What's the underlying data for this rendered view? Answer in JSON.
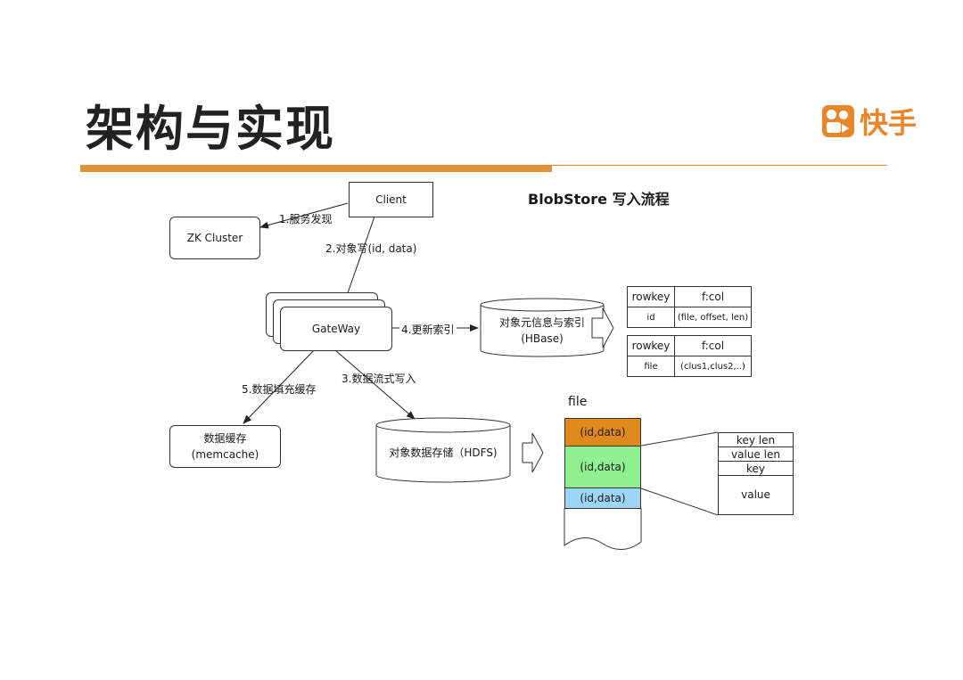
{
  "header": {
    "title": "架构与实现",
    "logo_text": "快手",
    "accent_color": "#e09236",
    "logo_color": "#e8862a"
  },
  "diagram": {
    "title": "BlobStore 写入流程",
    "nodes": {
      "client": "Client",
      "zk": "ZK Cluster",
      "gateway": "GateWay",
      "hbase_line1": "对象元信息与索引",
      "hbase_line2": "(HBase)",
      "hdfs": "对象数据存储（HDFS)",
      "cache_line1": "数据缓存",
      "cache_line2": "(memcache)"
    },
    "edges": {
      "discover": "1.服务发现",
      "write": "2.对象写(id, data)",
      "stream": "3.数据流式写入",
      "index": "4.更新索引",
      "fill": "5.数据填充缓存"
    },
    "index_tables": [
      {
        "header": [
          "rowkey",
          "f:col"
        ],
        "row": [
          "id",
          "(file, offset, len)"
        ]
      },
      {
        "header": [
          "rowkey",
          "f:col"
        ],
        "row": [
          "file",
          "(clus1,clus2,..)"
        ]
      }
    ],
    "file": {
      "label": "file",
      "segments": [
        {
          "text": "(id,data)",
          "color": "#e08a1e"
        },
        {
          "text": "(id,data)",
          "color": "#8ef08e"
        },
        {
          "text": "(id,data)",
          "color": "#9ed4f5"
        }
      ]
    },
    "record": [
      "key len",
      "value len",
      "key",
      "value"
    ]
  }
}
